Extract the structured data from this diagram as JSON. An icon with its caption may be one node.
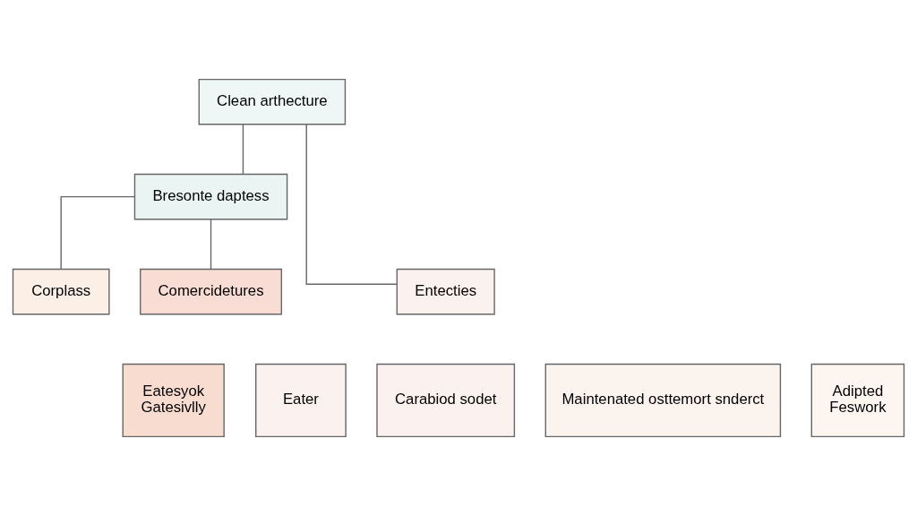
{
  "diagram": {
    "nodes": [
      {
        "text": [
          "Clean arthecture"
        ]
      },
      {
        "text": [
          "Bresonte daptess"
        ]
      },
      {
        "text": [
          "Entecties"
        ]
      },
      {
        "text": [
          "Corplass"
        ]
      },
      {
        "text": [
          "Comercidetures"
        ]
      },
      {
        "text": [
          "Eater"
        ]
      },
      {
        "text": [
          "Carabiod sodet"
        ]
      },
      {
        "text": [
          "Maintenated osttemort snderct"
        ]
      },
      {
        "text": [
          "Adipted",
          "Feswork"
        ]
      },
      {
        "text": [
          "Eatesyok",
          "Gatesivlly"
        ]
      }
    ],
    "edges": [
      {
        "from": 0,
        "to": 1,
        "arrow": "none"
      },
      {
        "from": 0,
        "to": 2,
        "arrow": "none"
      },
      {
        "from": 1,
        "to": 3,
        "arrow": "none"
      },
      {
        "from": 1,
        "to": 4,
        "arrow": "none"
      }
    ]
  }
}
